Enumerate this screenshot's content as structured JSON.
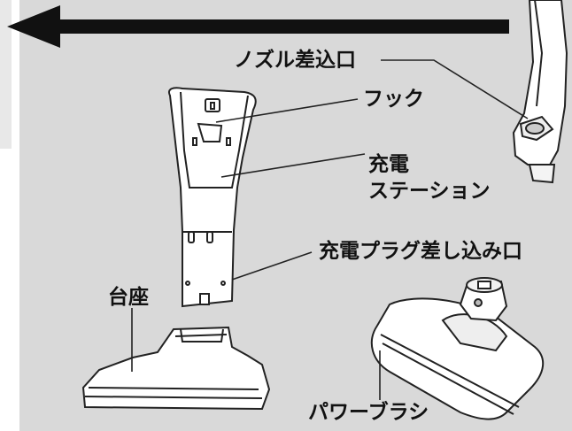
{
  "labels": {
    "nozzle_inlet": "ノズル差込口",
    "hook": "フック",
    "charging_station_line1": "充電",
    "charging_station_line2": "ステーション",
    "charging_plug_inlet": "充電プラグ差し込み口",
    "base": "台座",
    "power_brush": "パワーブラシ"
  },
  "colors": {
    "background": "#d9d9d9",
    "arrow": "#111111",
    "line": "#222222"
  }
}
